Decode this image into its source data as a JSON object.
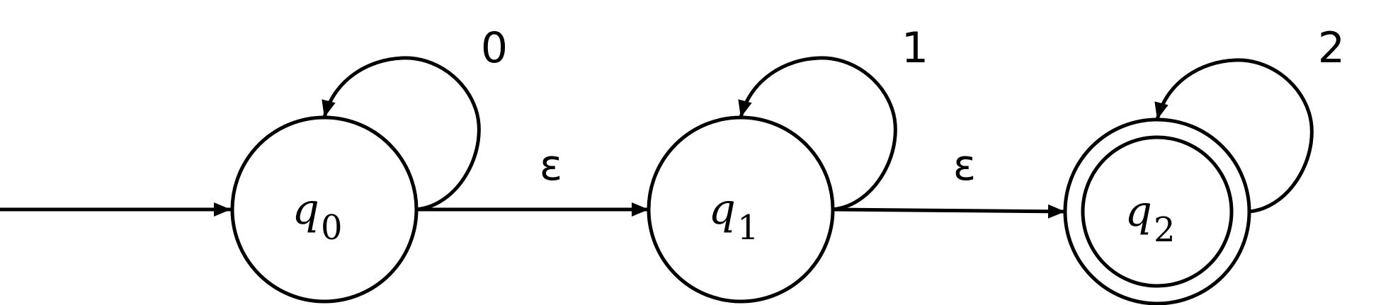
{
  "diagram": {
    "type": "finite-automaton",
    "colors": {
      "stroke": "#000000",
      "background": "#ffffff"
    },
    "states": [
      {
        "id": "q0",
        "symbol": "q",
        "subscript": "0",
        "initial": true,
        "accepting": false
      },
      {
        "id": "q1",
        "symbol": "q",
        "subscript": "1",
        "initial": false,
        "accepting": false
      },
      {
        "id": "q2",
        "symbol": "q",
        "subscript": "2",
        "initial": false,
        "accepting": true
      }
    ],
    "transitions": [
      {
        "from": "q0",
        "to": "q0",
        "label": "0"
      },
      {
        "from": "q0",
        "to": "q1",
        "label": "ε"
      },
      {
        "from": "q1",
        "to": "q1",
        "label": "1"
      },
      {
        "from": "q1",
        "to": "q2",
        "label": "ε"
      },
      {
        "from": "q2",
        "to": "q2",
        "label": "2"
      }
    ]
  }
}
